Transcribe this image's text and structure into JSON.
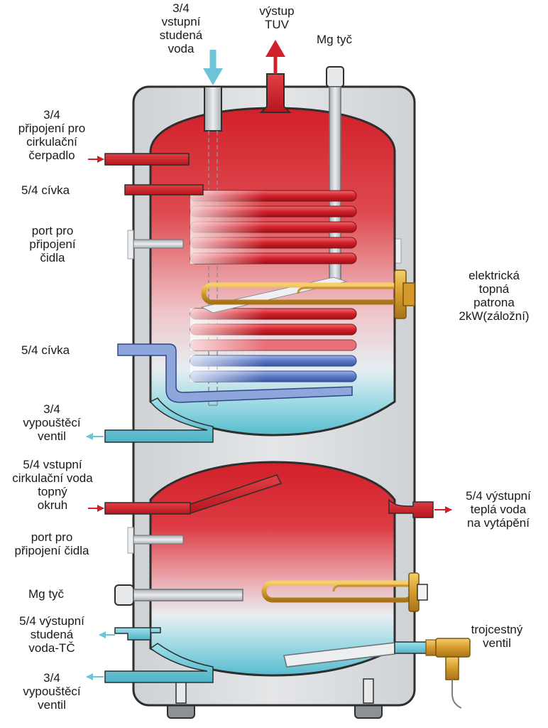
{
  "labels": {
    "cold_inlet": [
      "3/4",
      "vstupní",
      "studená",
      "voda"
    ],
    "tuv_outlet": [
      "výstup",
      "TUV"
    ],
    "mg_rod_top": "Mg tyč",
    "circ_pump": [
      "3/4",
      "připojení pro",
      "cirkulační",
      "čerpadlo"
    ],
    "coil_top": "5/4 cívka",
    "sensor_top": [
      "port pro",
      "připojení",
      "čidla"
    ],
    "heater_top": [
      "elektrická",
      "topná",
      "patrona",
      "2kW(záložní)"
    ],
    "coil_bottom": "5/4 cívka",
    "drain_top": [
      "3/4",
      "vypouštěcí",
      "ventil"
    ],
    "heating_inlet": [
      "5/4 vstupní",
      "cirkulační voda",
      "topný",
      "okruh"
    ],
    "heating_outlet": [
      "5/4 výstupní",
      "teplá voda",
      "na vytápění"
    ],
    "sensor_bottom": [
      "port pro",
      "připojení čidla"
    ],
    "mg_rod_bottom": "Mg tyč",
    "cold_outlet_tc": [
      "5/4 výstupní",
      "studená",
      "voda-TČ"
    ],
    "three_way_valve": [
      "trojcestný",
      "ventil"
    ],
    "drain_bottom": [
      "3/4",
      "vypouštěcí",
      "ventil"
    ]
  },
  "colors": {
    "hot": "#d2202a",
    "cold": "#6cc4d6",
    "coil_blue": "#5b78c4",
    "jacket": "#d7d9dc",
    "outline": "#2e2e2e",
    "brass": "#d9a532"
  }
}
